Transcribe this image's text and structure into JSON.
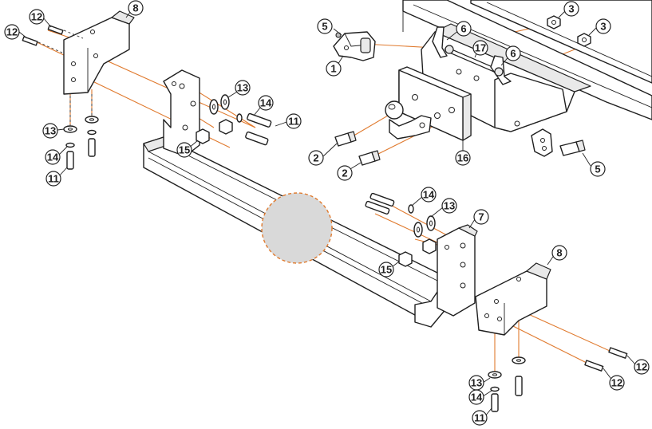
{
  "colors": {
    "assembly_line": "#e07a2e",
    "outline": "#1f1f1f",
    "marker_fill": "#d9d9d9",
    "marker_stroke": "#e07a2e"
  },
  "callouts": [
    {
      "label": "1"
    },
    {
      "label": "2"
    },
    {
      "label": "2"
    },
    {
      "label": "3"
    },
    {
      "label": "3"
    },
    {
      "label": "5"
    },
    {
      "label": "5"
    },
    {
      "label": "6"
    },
    {
      "label": "6"
    },
    {
      "label": "7"
    },
    {
      "label": "8"
    },
    {
      "label": "8"
    },
    {
      "label": "11"
    },
    {
      "label": "11"
    },
    {
      "label": "11"
    },
    {
      "label": "12"
    },
    {
      "label": "12"
    },
    {
      "label": "12"
    },
    {
      "label": "12"
    },
    {
      "label": "13"
    },
    {
      "label": "13"
    },
    {
      "label": "13"
    },
    {
      "label": "13"
    },
    {
      "label": "14"
    },
    {
      "label": "14"
    },
    {
      "label": "14"
    },
    {
      "label": "14"
    },
    {
      "label": "15"
    },
    {
      "label": "15"
    },
    {
      "label": "16"
    },
    {
      "label": "17"
    }
  ]
}
